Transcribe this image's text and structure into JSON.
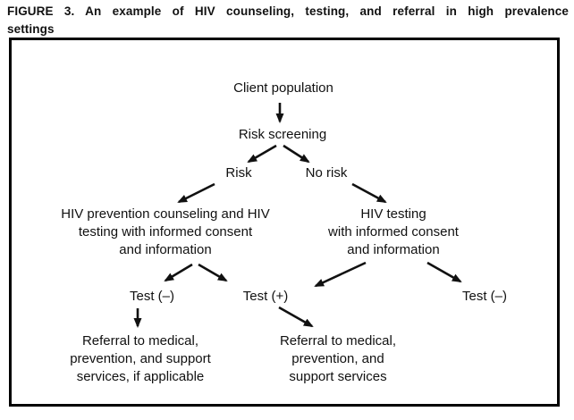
{
  "colors": {
    "background": "#ffffff",
    "text": "#111111",
    "box_border": "#000000",
    "arrow": "#111111"
  },
  "figure": {
    "title_line1": "FIGURE 3. An example of HIV counseling, testing, and referral in high prevalence",
    "title_line2": "settings"
  },
  "flowchart": {
    "nodes": {
      "client_population": "Client population",
      "risk_screening": "Risk screening",
      "risk": "Risk",
      "no_risk": "No risk",
      "counseling_testing": {
        "line1": "HIV prevention counseling and HIV",
        "line2": "testing with informed consent",
        "line3": "and information"
      },
      "testing": {
        "line1": "HIV testing",
        "line2": "with informed consent",
        "line3": "and information"
      },
      "test_negative_left": "Test (–)",
      "test_positive": "Test (+)",
      "test_negative_right": "Test (–)",
      "referral_left": {
        "line1": "Referral to medical,",
        "line2": "prevention, and support",
        "line3": "services, if applicable"
      },
      "referral_right": {
        "line1": "Referral to medical,",
        "line2": "prevention, and",
        "line3": "support services"
      }
    },
    "edges": [
      {
        "from": "client_population",
        "to": "risk_screening"
      },
      {
        "from": "risk_screening",
        "to": "risk"
      },
      {
        "from": "risk_screening",
        "to": "no_risk"
      },
      {
        "from": "risk",
        "to": "counseling_testing"
      },
      {
        "from": "no_risk",
        "to": "testing"
      },
      {
        "from": "counseling_testing",
        "to": "test_negative_left"
      },
      {
        "from": "counseling_testing",
        "to": "test_positive"
      },
      {
        "from": "testing",
        "to": "test_positive"
      },
      {
        "from": "testing",
        "to": "test_negative_right"
      },
      {
        "from": "test_negative_left",
        "to": "referral_left"
      },
      {
        "from": "test_positive",
        "to": "referral_right"
      }
    ]
  }
}
